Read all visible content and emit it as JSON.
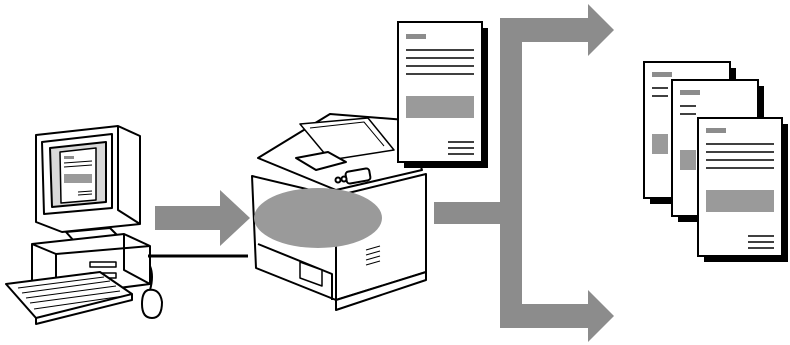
{
  "diagram": {
    "type": "print-workflow-illustration",
    "colors": {
      "arrow": "#8c8c8c",
      "highlight": "#9a9a9a",
      "ink": "#000000",
      "paper": "#ffffff",
      "doc_shadow": "#000000",
      "screen": "#d9d9d9"
    },
    "nodes": [
      {
        "id": "computer",
        "icon": "desktop-computer-icon"
      },
      {
        "id": "printer",
        "icon": "laser-printer-icon"
      },
      {
        "id": "printed-page",
        "icon": "document-icon"
      },
      {
        "id": "output-stack",
        "icon": "document-stack-icon"
      }
    ],
    "edges": [
      {
        "from": "computer",
        "to": "printer",
        "style": "thick-arrow"
      },
      {
        "from": "printer",
        "to": "branch",
        "style": "thick-line"
      },
      {
        "from": "branch",
        "to": "output-stack",
        "style": "thick-arrow"
      },
      {
        "from": "branch",
        "to": "output-stack",
        "style": "thick-arrow"
      }
    ],
    "highlighted_region": "printer-center-oval"
  }
}
